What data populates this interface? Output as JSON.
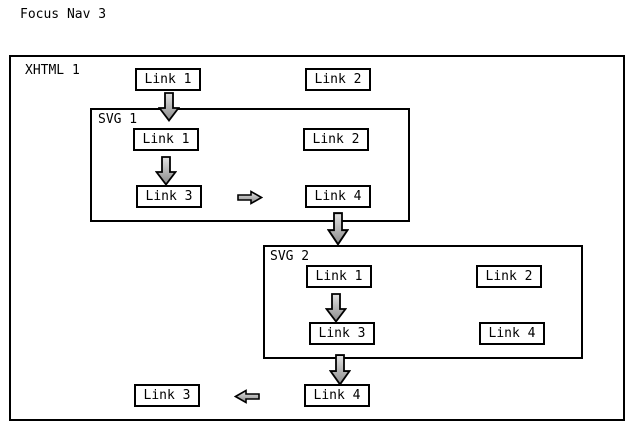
{
  "title": "Focus Nav 3",
  "colors": {
    "border": "#000000",
    "background": "#ffffff",
    "arrow_fill_light": "#e2e2e2",
    "arrow_fill_dark": "#8a8a8a",
    "arrow_stroke": "#000000"
  },
  "diagram": {
    "root": {
      "label": "XHTML 1",
      "link1": "Link 1",
      "link2": "Link 2",
      "link3": "Link 3",
      "link4": "Link 4"
    },
    "svg1": {
      "label": "SVG 1",
      "link1": "Link 1",
      "link2": "Link 2",
      "link3": "Link 3",
      "link4": "Link 4"
    },
    "svg2": {
      "label": "SVG 2",
      "link1": "Link 1",
      "link2": "Link 2",
      "link3": "Link 3",
      "link4": "Link 4"
    }
  }
}
